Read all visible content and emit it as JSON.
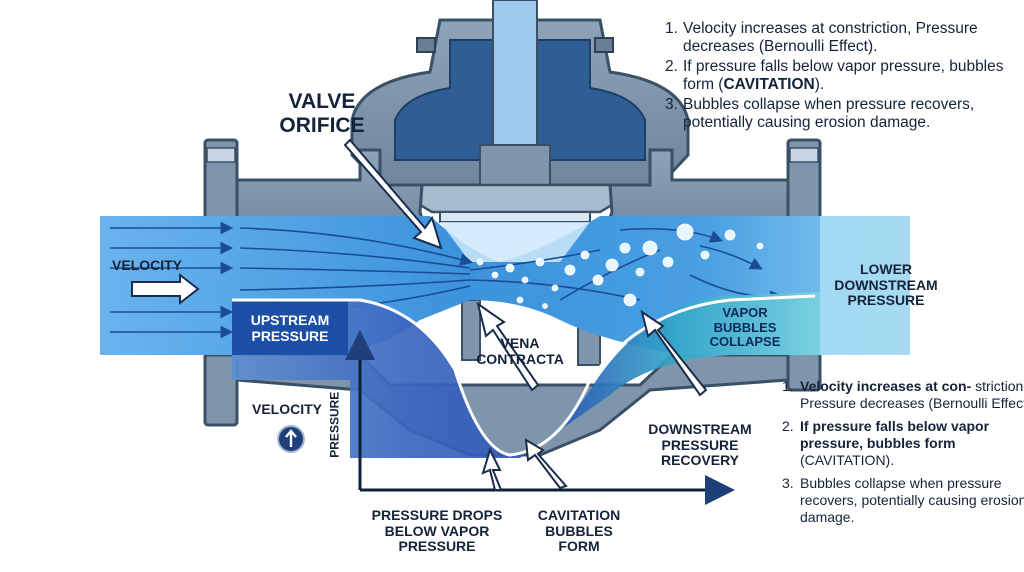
{
  "labels": {
    "valve_orifice": [
      "VALVE",
      "ORIFICE"
    ],
    "velocity_left": "VELOCITY",
    "upstream_pressure": [
      "UPSTREAM",
      "PRESSURE"
    ],
    "vena_contracta": [
      "VENA",
      "CONTRACTA"
    ],
    "vapor_bubbles_collapse": [
      "VAPOR",
      "BUBBLES",
      "COLLAPSE"
    ],
    "lower_downstream_pressure": [
      "LOWER",
      "DOWNSTREAM",
      "PRESSURE"
    ],
    "velocity_graph": "VELOCITY",
    "pressure_axis": "PRESSURE",
    "downstream_pressure_recovery": [
      "DOWNSTREAM",
      "PRESSURE",
      "RECOVERY"
    ],
    "pressure_drops": [
      "PRESSURE DROPS",
      "BELOW VAPOR",
      "PRESSURE"
    ],
    "cavitation_bubbles_form": [
      "CAVITATION",
      "BUBBLES",
      "FORM"
    ]
  },
  "notes_top": [
    {
      "num": "1.",
      "text": "Velocity increases at constriction, Pressure decreases (Bernoulli Effect)."
    },
    {
      "num": "2.",
      "text_before": "If pressure falls below vapor pressure, bubbles form (",
      "bold": "CAVITATION",
      "text_after": ")."
    },
    {
      "num": "3.",
      "text": "Bubbles collapse when pressure recovers, potentially causing erosion damage."
    }
  ],
  "notes_bottom": [
    {
      "num": "1.",
      "bold": "Velocity increases at con-",
      "text": "striction, Pressure decreases (Bernoulli Effect)."
    },
    {
      "num": "2.",
      "bold": "If pressure falls below vapor pressure, bubbles form",
      "text": "(CAVITATION)."
    },
    {
      "num": "3.",
      "text": "Bubbles collapse when pressure recovers, potentially causing erosion damage."
    }
  ],
  "colors": {
    "steel": "#7f95ab",
    "steel_dark": "#3a5066",
    "flow_light": "#6fb9ef",
    "flow_mid": "#2f8ad8",
    "flow_dark": "#1c5fb4",
    "navy": "#1e3f7a"
  },
  "icons": {
    "velocity_badge": "up-arrow-icon"
  }
}
